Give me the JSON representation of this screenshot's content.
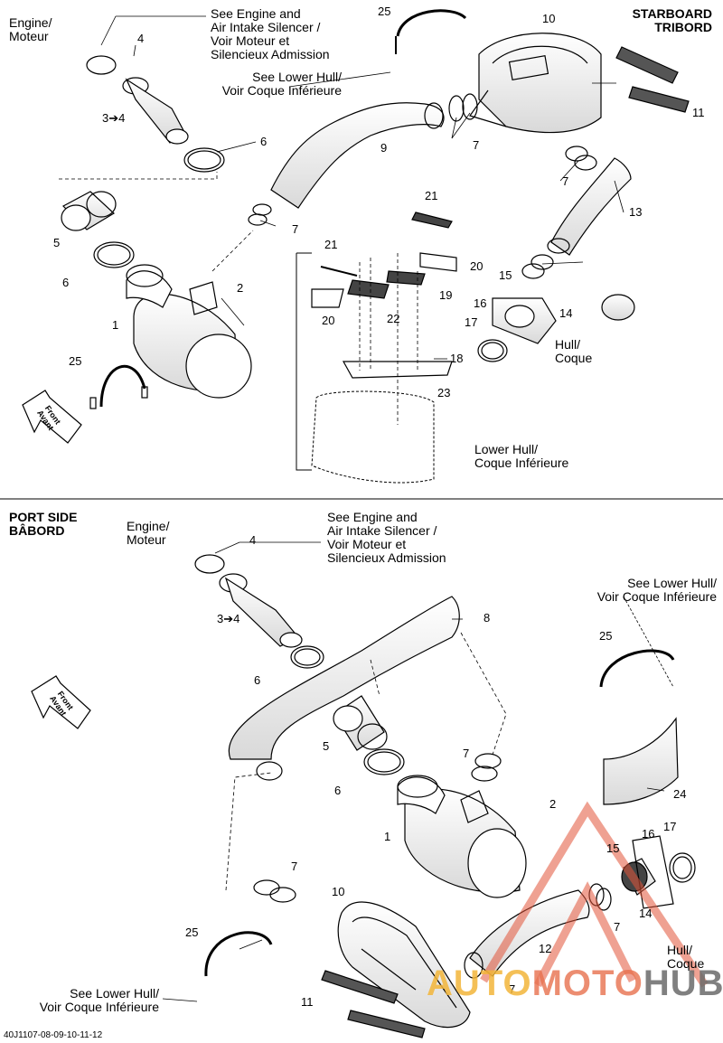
{
  "starboard": {
    "header": "STARBOARD\nTRIBORD",
    "engine_label": "Engine/\nMoteur",
    "see_engine": "See Engine and\nAir Intake Silencer /\nVoir Moteur et\nSilencieux Admission",
    "see_lower_hull": "See Lower Hull/\nVoir Coque Inférieure",
    "lower_hull": "Lower Hull/\nCoque Inférieure",
    "hull": "Hull/\nCoque",
    "front": "Front\nAvant",
    "callouts": [
      "25",
      "10",
      "4",
      "11",
      "6",
      "7",
      "9",
      "7",
      "13",
      "5",
      "21",
      "7",
      "20",
      "6",
      "2",
      "21",
      "19",
      "15",
      "14",
      "1",
      "20",
      "22",
      "16",
      "17",
      "25",
      "18",
      "23",
      "3➔4"
    ]
  },
  "port": {
    "header": "PORT SIDE\nBÂBORD",
    "engine_label": "Engine/\nMoteur",
    "see_engine": "See Engine and\nAir Intake Silencer /\nVoir Moteur et\nSilencieux Admission",
    "see_lower_hull_top": "See Lower Hull/\nVoir Coque Inférieure",
    "see_lower_hull_bottom": "See Lower Hull/\nVoir Coque Inférieure",
    "hull": "Hull/\nCoque",
    "front": "Front\nAvant",
    "callouts": [
      "4",
      "8",
      "3➔4",
      "6",
      "25",
      "5",
      "7",
      "6",
      "2",
      "24",
      "1",
      "16",
      "17",
      "15",
      "7",
      "10",
      "14",
      "7",
      "25",
      "12",
      "11",
      "7"
    ]
  },
  "footer_code": "40J1107-08-09-10-11-12",
  "watermark": {
    "part1": "AUTO",
    "part2": "MOTO",
    "part3": "HUB"
  },
  "colors": {
    "line": "#000000",
    "watermark_red": "#e2553a",
    "watermark_orange": "#f3b63a",
    "watermark_gray": "#6b6b6b"
  }
}
